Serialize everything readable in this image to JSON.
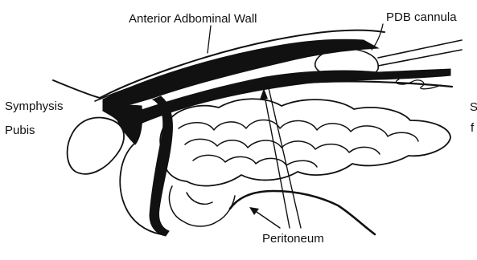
{
  "labels": {
    "anterior_wall": "Anterior  Adbominal  Wall",
    "pdb_cannula": "PDB  cannula",
    "symphysis": "Symphysis",
    "pubis": "Pubis",
    "peritoneum": "Peritoneum",
    "edge_char_1": "S",
    "edge_char_2": "f"
  },
  "colors": {
    "ink": "#111111",
    "background": "#ffffff"
  }
}
